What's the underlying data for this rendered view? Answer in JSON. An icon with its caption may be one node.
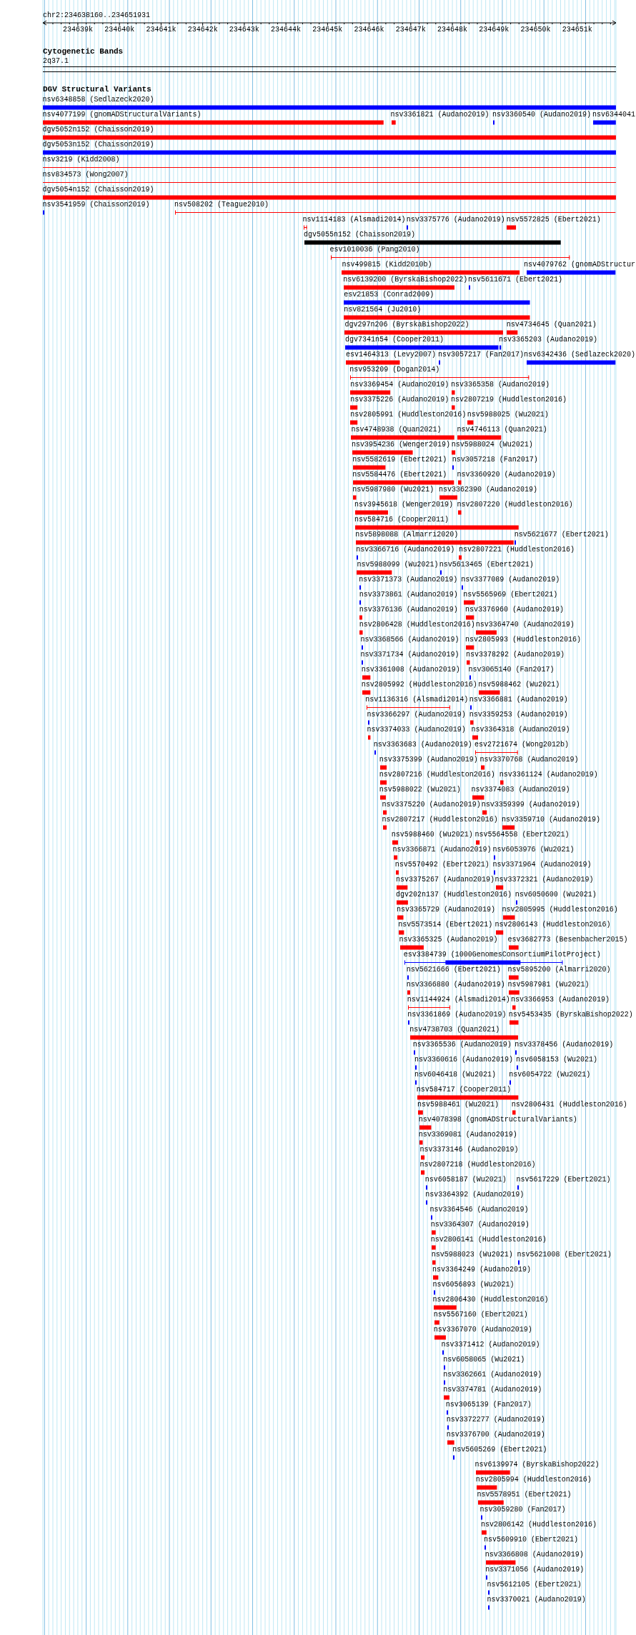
{
  "diagram": {
    "nodes": [
      {
        "text": [
          "nsv6348858 (Sedlazeck2020)"
        ]
      },
      {
        "text": [
          "nsv4077199 (gnomADStructuralVariants)"
        ]
      },
      {
        "text": [
          "nsv3361821 (Audano2019)"
        ]
      },
      {
        "text": [
          "nsv3360540 (Audano2019)"
        ]
      },
      {
        "text": [
          "nsv6344041"
        ]
      },
      {
        "text": [
          "dgv5052n152 (Chaisson2019)"
        ]
      },
      {
        "text": [
          "dgv5053n152 (Chaisson2019)"
        ]
      },
      {
        "text": [
          "nsv3219 (Kidd2008)"
        ]
      },
      {
        "text": [
          "nsv834573 (Wong2007)"
        ]
      },
      {
        "text": [
          "dgv5054n152 (Chaisson2019)"
        ]
      },
      {
        "text": [
          "nsv3541959 (Chaisson2019)"
        ]
      },
      {
        "text": [
          "nsv508202 (Teague2010)"
        ]
      },
      {
        "text": [
          "nsv1114183 (Alsmadi2014)"
        ]
      },
      {
        "text": [
          "nsv3375776 (Audano2019)"
        ]
      },
      {
        "text": [
          "nsv5572825 (Ebert2021)"
        ]
      },
      {
        "text": [
          "dgv5055n152 (Chaisson2019)"
        ]
      },
      {
        "text": [
          "esv1010036 (Pang2010)"
        ]
      },
      {
        "text": [
          "nsv499815 (Kidd2010b)"
        ]
      },
      {
        "text": [
          "nsv4079762 (gnomADStructur"
        ]
      },
      {
        "text": [
          "nsv6139200 (ByrskaBishop2022)"
        ]
      },
      {
        "text": [
          "nsv5611671 (Ebert2021)"
        ]
      },
      {
        "text": [
          "esv21853 (Conrad2009)"
        ]
      },
      {
        "text": [
          "nsv821564 (Ju2010)"
        ]
      },
      {
        "text": [
          "dgv297n206 (ByrskaBishop2022)"
        ]
      },
      {
        "text": [
          "nsv4734645 (Quan2021)"
        ]
      },
      {
        "text": [
          "dgv7341n54 (Cooper2011)"
        ]
      },
      {
        "text": [
          "nsv3365203 (Audano2019)"
        ]
      },
      {
        "text": [
          "esv1464313 (Levy2007)"
        ]
      },
      {
        "text": [
          "nsv3057217 (Fan2017)"
        ]
      },
      {
        "text": [
          "nsv6342436 (Sedlazeck2020)"
        ]
      },
      {
        "text": [
          "nsv953209 (Dogan2014)"
        ]
      },
      {
        "text": [
          "nsv3369454 (Audano2019)"
        ]
      },
      {
        "text": [
          "nsv3365358 (Audano2019)"
        ]
      },
      {
        "text": [
          "nsv3375226 (Audano2019)"
        ]
      },
      {
        "text": [
          "nsv2807219 (Huddleston2016)"
        ]
      },
      {
        "text": [
          "nsv2805991 (Huddleston2016)"
        ]
      },
      {
        "text": [
          "nsv5988025 (Wu2021)"
        ]
      },
      {
        "text": [
          "nsv4748938 (Quan2021)"
        ]
      },
      {
        "text": [
          "nsv4746113 (Quan2021)"
        ]
      },
      {
        "text": [
          "nsv3954236 (Wenger2019)"
        ]
      },
      {
        "text": [
          "nsv5988024 (Wu2021)"
        ]
      },
      {
        "text": [
          "nsv5582619 (Ebert2021)"
        ]
      },
      {
        "text": [
          "nsv3057218 (Fan2017)"
        ]
      },
      {
        "text": [
          "nsv5584476 (Ebert2021)"
        ]
      },
      {
        "text": [
          "nsv3360920 (Audano2019)"
        ]
      },
      {
        "text": [
          "nsv5987980 (Wu2021)"
        ]
      },
      {
        "text": [
          "nsv3362390 (Audano2019)"
        ]
      },
      {
        "text": [
          "nsv3945618 (Wenger2019)"
        ]
      },
      {
        "text": [
          "nsv2807220 (Huddleston2016)"
        ]
      },
      {
        "text": [
          "nsv584716 (Cooper2011)"
        ]
      },
      {
        "text": [
          "nsv5898088 (Almarri2020)"
        ]
      },
      {
        "text": [
          "nsv5621677 (Ebert2021)"
        ]
      },
      {
        "text": [
          "nsv3366716 (Audano2019)"
        ]
      },
      {
        "text": [
          "nsv2807221 (Huddleston2016)"
        ]
      },
      {
        "text": [
          "nsv5988099 (Wu2021)"
        ]
      },
      {
        "text": [
          "nsv5613465 (Ebert2021)"
        ]
      },
      {
        "text": [
          "nsv3371373 (Audano2019)"
        ]
      },
      {
        "text": [
          "nsv3377089 (Audano2019)"
        ]
      },
      {
        "text": [
          "nsv3373861 (Audano2019)"
        ]
      },
      {
        "text": [
          "nsv5565969 (Ebert2021)"
        ]
      },
      {
        "text": [
          "nsv3376136 (Audano2019)"
        ]
      },
      {
        "text": [
          "nsv3376960 (Audano2019)"
        ]
      },
      {
        "text": [
          "nsv2806428 (Huddleston2016)"
        ]
      },
      {
        "text": [
          "nsv3364740 (Audano2019)"
        ]
      },
      {
        "text": [
          "nsv3368566 (Audano2019)"
        ]
      },
      {
        "text": [
          "nsv2805993 (Huddleston2016)"
        ]
      },
      {
        "text": [
          "nsv3371734 (Audano2019)"
        ]
      },
      {
        "text": [
          "nsv3378292 (Audano2019)"
        ]
      },
      {
        "text": [
          "nsv3361008 (Audano2019)"
        ]
      },
      {
        "text": [
          "nsv3065140 (Fan2017)"
        ]
      },
      {
        "text": [
          "nsv2805992 (Huddleston2016)"
        ]
      },
      {
        "text": [
          "nsv5988462 (Wu2021)"
        ]
      },
      {
        "text": [
          "nsv1136316 (Alsmadi2014)"
        ]
      },
      {
        "text": [
          "nsv3366881 (Audano2019)"
        ]
      },
      {
        "text": [
          "nsv3366297 (Audano2019)"
        ]
      },
      {
        "text": [
          "nsv3359253 (Audano2019)"
        ]
      },
      {
        "text": [
          "nsv3374033 (Audano2019)"
        ]
      },
      {
        "text": [
          "nsv3364318 (Audano2019)"
        ]
      },
      {
        "text": [
          "nsv3363683 (Audano2019)"
        ]
      },
      {
        "text": [
          "esv2721674 (Wong2012b)"
        ]
      },
      {
        "text": [
          "nsv3375399 (Audano2019)"
        ]
      },
      {
        "text": [
          "nsv3370768 (Audano2019)"
        ]
      },
      {
        "text": [
          "nsv2807216 (Huddleston2016)"
        ]
      },
      {
        "text": [
          "nsv3361124 (Audano2019)"
        ]
      },
      {
        "text": [
          "nsv5988022 (Wu2021)"
        ]
      },
      {
        "text": [
          "nsv3374083 (Audano2019)"
        ]
      },
      {
        "text": [
          "nsv3375220 (Audano2019)"
        ]
      },
      {
        "text": [
          "nsv3359399 (Audano2019)"
        ]
      },
      {
        "text": [
          "nsv2807217 (Huddleston2016)"
        ]
      },
      {
        "text": [
          "nsv3359710 (Audano2019)"
        ]
      },
      {
        "text": [
          "nsv5988460 (Wu2021)"
        ]
      },
      {
        "text": [
          "nsv5564558 (Ebert2021)"
        ]
      },
      {
        "text": [
          "nsv3366871 (Audano2019)"
        ]
      },
      {
        "text": [
          "nsv6053976 (Wu2021)"
        ]
      },
      {
        "text": [
          "nsv5570492 (Ebert2021)"
        ]
      },
      {
        "text": [
          "nsv3371964 (Audano2019)"
        ]
      },
      {
        "text": [
          "nsv3375267 (Audano2019)"
        ]
      },
      {
        "text": [
          "nsv3372321 (Audano2019)"
        ]
      },
      {
        "text": [
          "dgv202n137 (Huddleston2016)"
        ]
      },
      {
        "text": [
          "nsv6050600 (Wu2021)"
        ]
      },
      {
        "text": [
          "nsv3365729 (Audano2019)"
        ]
      },
      {
        "text": [
          "nsv2805995 (Huddleston2016)"
        ]
      },
      {
        "text": [
          "nsv5573514 (Ebert2021)"
        ]
      },
      {
        "text": [
          "nsv2806143 (Huddleston2016)"
        ]
      },
      {
        "text": [
          "nsv3365325 (Audano2019)"
        ]
      },
      {
        "text": [
          "esv3682773 (Besenbacher2015)"
        ]
      },
      {
        "text": [
          "esv3384739 (1000GenomesConsortiumPilotProject)"
        ]
      },
      {
        "text": [
          "nsv5621666 (Ebert2021)"
        ]
      },
      {
        "text": [
          "nsv5895200 (Almarri2020)"
        ]
      },
      {
        "text": [
          "nsv3366880 (Audano2019)"
        ]
      },
      {
        "text": [
          "nsv5987981 (Wu2021)"
        ]
      },
      {
        "text": [
          "nsv1144924 (Alsmadi2014)"
        ]
      },
      {
        "text": [
          "nsv3366953 (Audano2019)"
        ]
      },
      {
        "text": [
          "nsv3361869 (Audano2019)"
        ]
      },
      {
        "text": [
          "nsv5453435 (ByrskaBishop2022)"
        ]
      },
      {
        "text": [
          "nsv4738703 (Quan2021)"
        ]
      },
      {
        "text": [
          "nsv3365536 (Audano2019)"
        ]
      },
      {
        "text": [
          "nsv3378456 (Audano2019)"
        ]
      },
      {
        "text": [
          "nsv3360616 (Audano2019)"
        ]
      },
      {
        "text": [
          "nsv6058153 (Wu2021)"
        ]
      },
      {
        "text": [
          "nsv6046418 (Wu2021)"
        ]
      },
      {
        "text": [
          "nsv6054722 (Wu2021)"
        ]
      },
      {
        "text": [
          "nsv584717 (Cooper2011)"
        ]
      },
      {
        "text": [
          "nsv5988461 (Wu2021)"
        ]
      },
      {
        "text": [
          "nsv2806431 (Huddleston2016)"
        ]
      },
      {
        "text": [
          "nsv4078398 (gnomADStructuralVariants)"
        ]
      },
      {
        "text": [
          "nsv3369081 (Audano2019)"
        ]
      },
      {
        "text": [
          "nsv3373146 (Audano2019)"
        ]
      },
      {
        "text": [
          "nsv2807218 (Huddleston2016)"
        ]
      },
      {
        "text": [
          "nsv6058187 (Wu2021)"
        ]
      },
      {
        "text": [
          "nsv5617229 (Ebert2021)"
        ]
      },
      {
        "text": [
          "nsv3364392 (Audano2019)"
        ]
      },
      {
        "text": [
          "nsv3364546 (Audano2019)"
        ]
      },
      {
        "text": [
          "nsv3364307 (Audano2019)"
        ]
      },
      {
        "text": [
          "nsv2806141 (Huddleston2016)"
        ]
      },
      {
        "text": [
          "nsv5988023 (Wu2021)"
        ]
      },
      {
        "text": [
          "nsv5621008 (Ebert2021)"
        ]
      },
      {
        "text": [
          "nsv3364249 (Audano2019)"
        ]
      },
      {
        "text": [
          "nsv6056893 (Wu2021)"
        ]
      },
      {
        "text": [
          "nsv2806430 (Huddleston2016)"
        ]
      },
      {
        "text": [
          "nsv5567160 (Ebert2021)"
        ]
      },
      {
        "text": [
          "nsv3367070 (Audano2019)"
        ]
      },
      {
        "text": [
          "nsv3371412 (Audano2019)"
        ]
      },
      {
        "text": [
          "nsv6058065 (Wu2021)"
        ]
      },
      {
        "text": [
          "nsv3362661 (Audano2019)"
        ]
      },
      {
        "text": [
          "nsv3374781 (Audano2019)"
        ]
      },
      {
        "text": [
          "nsv3065139 (Fan2017)"
        ]
      },
      {
        "text": [
          "nsv3372277 (Audano2019)"
        ]
      },
      {
        "text": [
          "nsv3376700 (Audano2019)"
        ]
      },
      {
        "text": [
          "nsv5605269 (Ebert2021)"
        ]
      },
      {
        "text": [
          "nsv6139974 (ByrskaBishop2022)"
        ]
      },
      {
        "text": [
          "nsv2805994 (Huddleston2016)"
        ]
      },
      {
        "text": [
          "nsv5578951 (Ebert2021)"
        ]
      },
      {
        "text": [
          "nsv3059280 (Fan2017)"
        ]
      },
      {
        "text": [
          "nsv2806142 (Huddleston2016)"
        ]
      },
      {
        "text": [
          "nsv5609910 (Ebert2021)"
        ]
      },
      {
        "text": [
          "nsv3366808 (Audano2019)"
        ]
      },
      {
        "text": [
          "nsv3371056 (Audano2019)"
        ]
      },
      {
        "text": [
          "nsv5612105 (Ebert2021)"
        ]
      },
      {
        "text": [
          "nsv3370021 (Audano2019)"
        ]
      }
    ],
    "labels": [
      "chr2:234638160..234651931",
      "234639k",
      "234640k",
      "234641k",
      "234642k",
      "234643k",
      "234644k",
      "234645k",
      "234646k",
      "234647k",
      "234648k",
      "234649k",
      "234650k",
      "234651k",
      "Cytogenetic Bands",
      "2q37.1",
      "DGV Structural Variants"
    ]
  }
}
